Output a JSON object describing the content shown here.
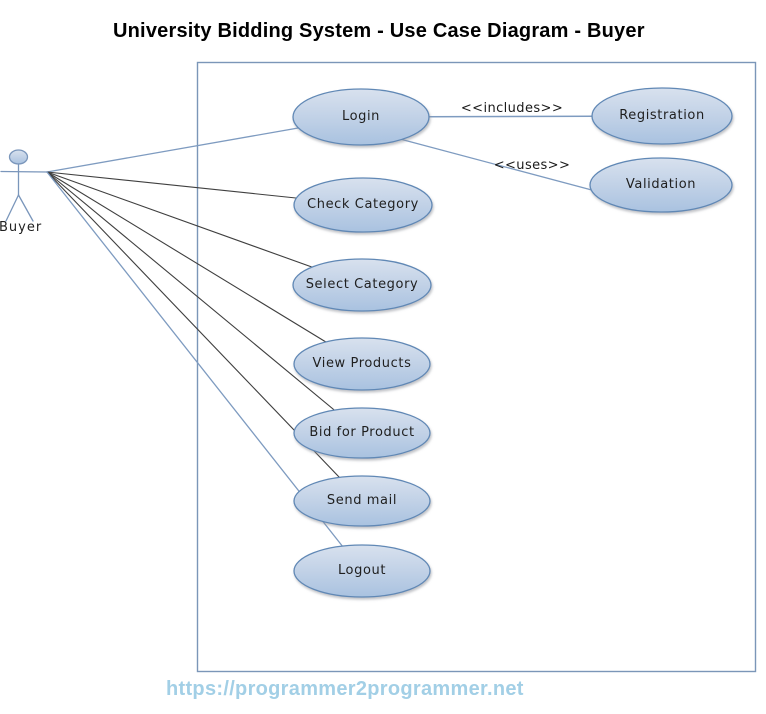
{
  "title": "University Bidding System - Use Case Diagram - Buyer",
  "actor": {
    "label": "Buyer",
    "connects_to": [
      "Login",
      "Check Category",
      "Select Category",
      "View Products",
      "Bid for Product",
      "Send mail",
      "Logout"
    ]
  },
  "use_cases": {
    "login": "Login",
    "check_category": "Check Category",
    "select_category": "Select Category",
    "view_products": "View Products",
    "bid_for_product": "Bid for Product",
    "send_mail": "Send mail",
    "logout": "Logout",
    "registration": "Registration",
    "validation": "Validation"
  },
  "relations": [
    {
      "from": "Login",
      "to": "Registration",
      "stereotype": "<<includes>>"
    },
    {
      "from": "Login",
      "to": "Validation",
      "stereotype": "<<uses>>"
    }
  ],
  "footer": {
    "link": "https://programmer2programmer.net"
  },
  "colors": {
    "ellipse_fill_top": "#d8e1ee",
    "ellipse_fill_bottom": "#a9c2e0",
    "ellipse_border": "#6188b5",
    "line_blue": "#7e9bc0",
    "line_dark": "#3f3f3f",
    "boundary_border": "#7b96b8",
    "footer_link": "#a2cfe6",
    "title_text": "#000000",
    "label_text": "#1f1f1f"
  }
}
